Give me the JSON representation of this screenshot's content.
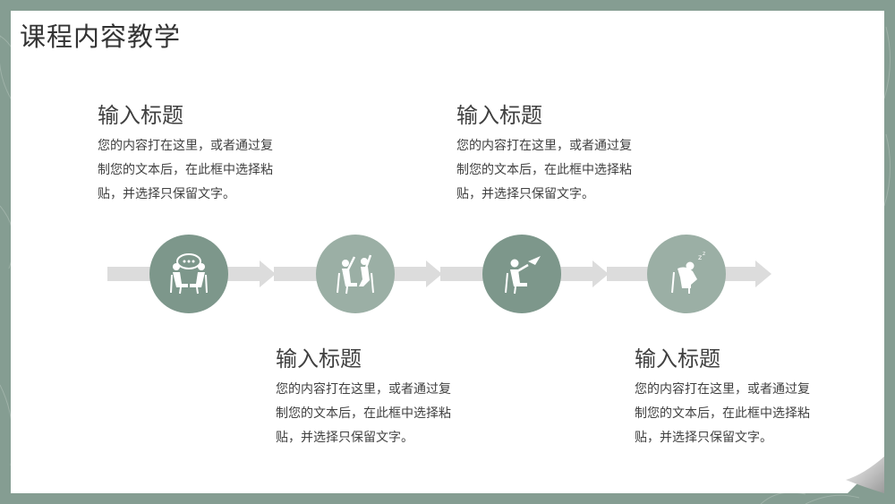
{
  "slide": {
    "title": "课程内容教学",
    "colors": {
      "frame": "#859d92",
      "card": "#ffffff",
      "arrow": "#dcdcdc",
      "circle_dark": "#7d978b",
      "circle_light": "#9bafa5",
      "icon": "#ffffff",
      "text": "#404040"
    }
  },
  "steps": [
    {
      "title": "输入标题",
      "body": "您的内容打在这里，或者通过复制您的文本后，在此框中选择粘贴，并选择只保留文字。",
      "icon": "two-people-talking-icon"
    },
    {
      "title": "输入标题",
      "body": "您的内容打在这里，或者通过复制您的文本后，在此框中选择粘贴，并选择只保留文字。",
      "icon": "two-people-high-five-icon"
    },
    {
      "title": "输入标题",
      "body": "您的内容打在这里，或者通过复制您的文本后，在此框中选择粘贴，并选择只保留文字。",
      "icon": "person-paper-plane-icon"
    },
    {
      "title": "输入标题",
      "body": "您的内容打在这里，或者通过复制您的文本后，在此框中选择粘贴，并选择只保留文字。",
      "icon": "person-sleeping-icon"
    }
  ]
}
